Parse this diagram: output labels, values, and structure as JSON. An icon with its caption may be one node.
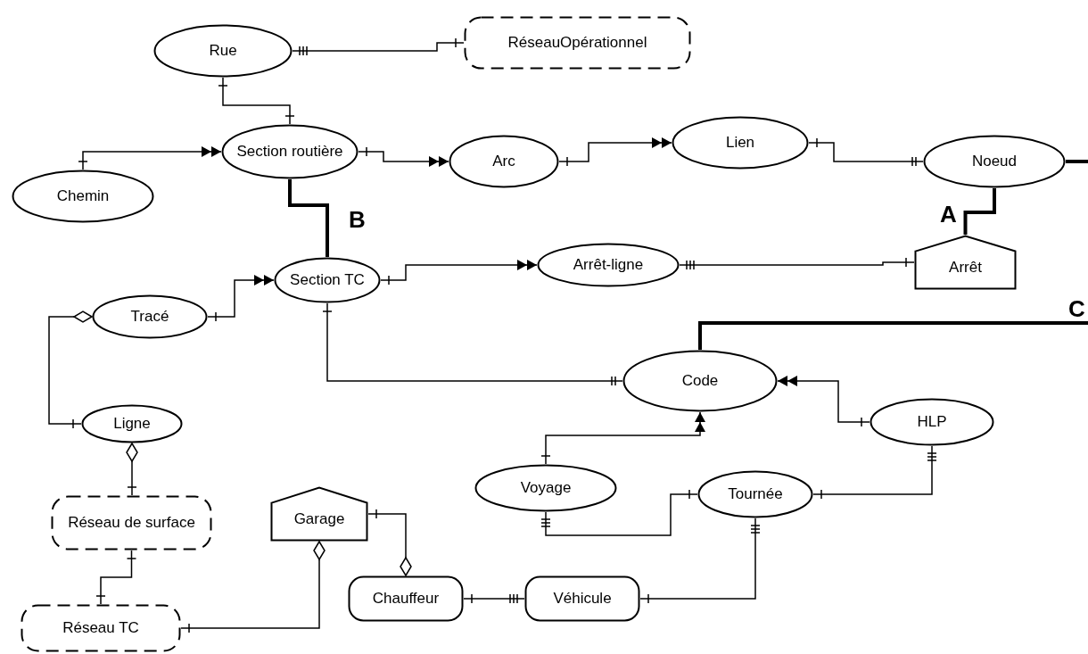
{
  "diagram": {
    "nodes": [
      {
        "text": [
          "Rue"
        ]
      },
      {
        "text": [
          "RéseauOpérationnel"
        ]
      },
      {
        "text": [
          "Chemin"
        ]
      },
      {
        "text": [
          "Section routière"
        ]
      },
      {
        "text": [
          "Arc"
        ]
      },
      {
        "text": [
          "Lien"
        ]
      },
      {
        "text": [
          "Noeud"
        ]
      },
      {
        "text": [
          "Section TC"
        ]
      },
      {
        "text": [
          "Arrêt-ligne"
        ]
      },
      {
        "text": [
          "Arrêt"
        ]
      },
      {
        "text": [
          "Tracé"
        ]
      },
      {
        "text": [
          "Code"
        ]
      },
      {
        "text": [
          "HLP"
        ]
      },
      {
        "text": [
          "Ligne"
        ]
      },
      {
        "text": [
          "Voyage"
        ]
      },
      {
        "text": [
          "Tournée"
        ]
      },
      {
        "text": [
          "Réseau de surface"
        ]
      },
      {
        "text": [
          "Garage"
        ]
      },
      {
        "text": [
          "Chauffeur"
        ]
      },
      {
        "text": [
          "Véhicule"
        ]
      },
      {
        "text": [
          "Réseau TC"
        ]
      }
    ],
    "edges": [
      {
        "from": 0,
        "to": 1,
        "arrow": "other"
      },
      {
        "from": 0,
        "to": 3,
        "arrow": "other"
      },
      {
        "from": 2,
        "to": 3,
        "arrow": "to"
      },
      {
        "from": 3,
        "to": 4,
        "arrow": "to"
      },
      {
        "from": 4,
        "to": 5,
        "arrow": "to"
      },
      {
        "from": 5,
        "to": 6,
        "arrow": "other"
      },
      {
        "from": 6,
        "to": null,
        "arrow": "none",
        "style": "thick"
      },
      {
        "from": 6,
        "to": 9,
        "arrow": "none",
        "style": "thick",
        "label": "A"
      },
      {
        "from": 3,
        "to": 7,
        "arrow": "none",
        "style": "thick",
        "label": "B"
      },
      {
        "from": 7,
        "to": 8,
        "arrow": "to"
      },
      {
        "from": 8,
        "to": 9,
        "arrow": "other"
      },
      {
        "from": 10,
        "to": 7,
        "arrow": "to"
      },
      {
        "from": 10,
        "to": 13,
        "arrow": "other"
      },
      {
        "from": 7,
        "to": 11,
        "arrow": "other"
      },
      {
        "from": 11,
        "to": null,
        "arrow": "none",
        "style": "thick",
        "label": "C"
      },
      {
        "from": 12,
        "to": 11,
        "arrow": "to"
      },
      {
        "from": 14,
        "to": 11,
        "arrow": "to"
      },
      {
        "from": 14,
        "to": 15,
        "arrow": "other"
      },
      {
        "from": 15,
        "to": 12,
        "arrow": "other"
      },
      {
        "from": 13,
        "to": 16,
        "arrow": "other"
      },
      {
        "from": 16,
        "to": 20,
        "arrow": "other"
      },
      {
        "from": 20,
        "to": 17,
        "arrow": "other"
      },
      {
        "from": 17,
        "to": 18,
        "arrow": "other"
      },
      {
        "from": 18,
        "to": 19,
        "arrow": "other"
      },
      {
        "from": 19,
        "to": 15,
        "arrow": "other"
      }
    ]
  }
}
